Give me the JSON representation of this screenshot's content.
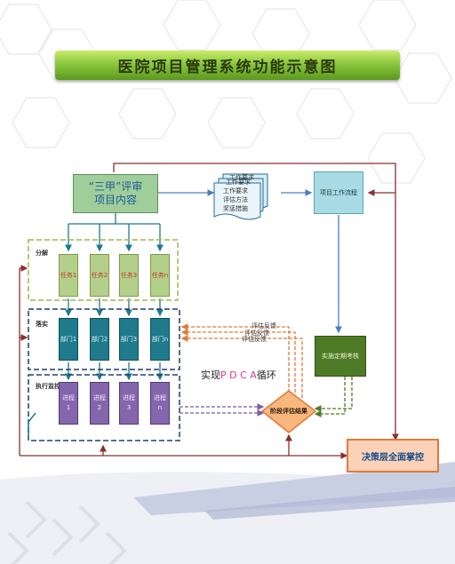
{
  "title": "医院项目管理系统功能示意图",
  "review_box": {
    "line1": "“三甲”评审",
    "line2": "项目内容"
  },
  "doc_stack": {
    "items": [
      "工作要求",
      "评估方法",
      "奖惩措施"
    ],
    "back1": "工作要求",
    "back2": "工作要求"
  },
  "flow_box": {
    "label": "项目工作流程"
  },
  "groups": {
    "tasks": "分解",
    "depts": "落实",
    "procs": "执行监控"
  },
  "tasks": [
    "任务1",
    "任务2",
    "任务3",
    "任务n"
  ],
  "depts": [
    "部门1",
    "部门2",
    "部门3",
    "部门n"
  ],
  "procs": [
    {
      "top": "进程",
      "bot": "1"
    },
    {
      "top": "进程",
      "bot": "2"
    },
    {
      "top": "进程",
      "bot": "3"
    },
    {
      "top": "进程",
      "bot": "n"
    }
  ],
  "assess_box": {
    "label": "实施定期考核"
  },
  "stage_eval": {
    "label": "阶段评估结果"
  },
  "feedback": {
    "f1": "评估反馈",
    "f2": "评估反馈",
    "f3": "评估反馈"
  },
  "pdca": {
    "pre": "实现",
    "mid": "P D C A",
    "post": "循环"
  },
  "decision": {
    "label": "决策层全面掌控"
  },
  "colors": {
    "title_green": "#8cc63f",
    "teal": "#1f7a8c",
    "purple": "#8466ad",
    "orange": "#e07a3a",
    "dark_red": "#a33a3a"
  }
}
